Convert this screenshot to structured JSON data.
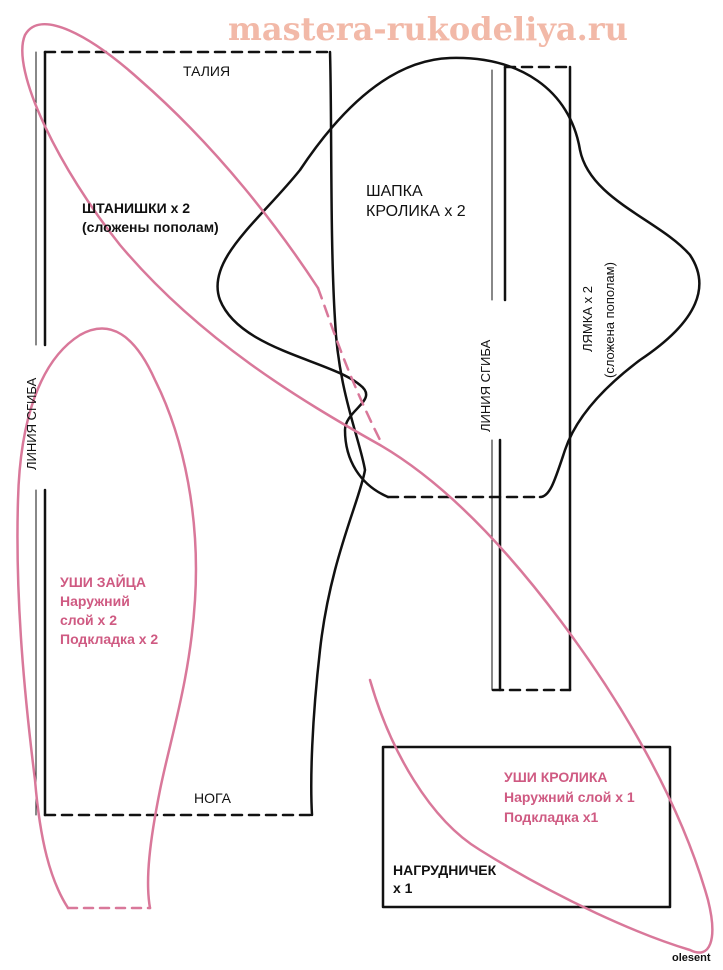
{
  "watermark": "mastera-rukodeliya.ru",
  "credit": "olesent",
  "pants": {
    "waist": "ТАЛИЯ",
    "title": "ШТАНИШКИ х 2",
    "note": "(сложены пополам)",
    "fold_line": "ЛИНИЯ СГИБА",
    "leg": "НОГА"
  },
  "hat": {
    "title_line1": "ШАПКА",
    "title_line2": "КРОЛИКА х 2",
    "fold_line": "ЛИНИЯ СГИБА"
  },
  "strap": {
    "title": "ЛЯМКА х 2",
    "note": "(сложена пополам)"
  },
  "hare_ears": {
    "title": "УШИ ЗАЙЦА",
    "line1": "Наружний",
    "line2": "слой х 2",
    "line3": "Подкладка х 2"
  },
  "rabbit_ears": {
    "title": "УШИ КРОЛИКА",
    "line1": "Наружний слой х 1",
    "line2": "Подкладка х1"
  },
  "bib": {
    "title": "НАГРУДНИЧЕК",
    "count": "х 1"
  },
  "colors": {
    "outline": "#111111",
    "pink_outline": "#d9789a",
    "pink_text": "#cf5a82",
    "watermark": "#f2b9a8"
  }
}
